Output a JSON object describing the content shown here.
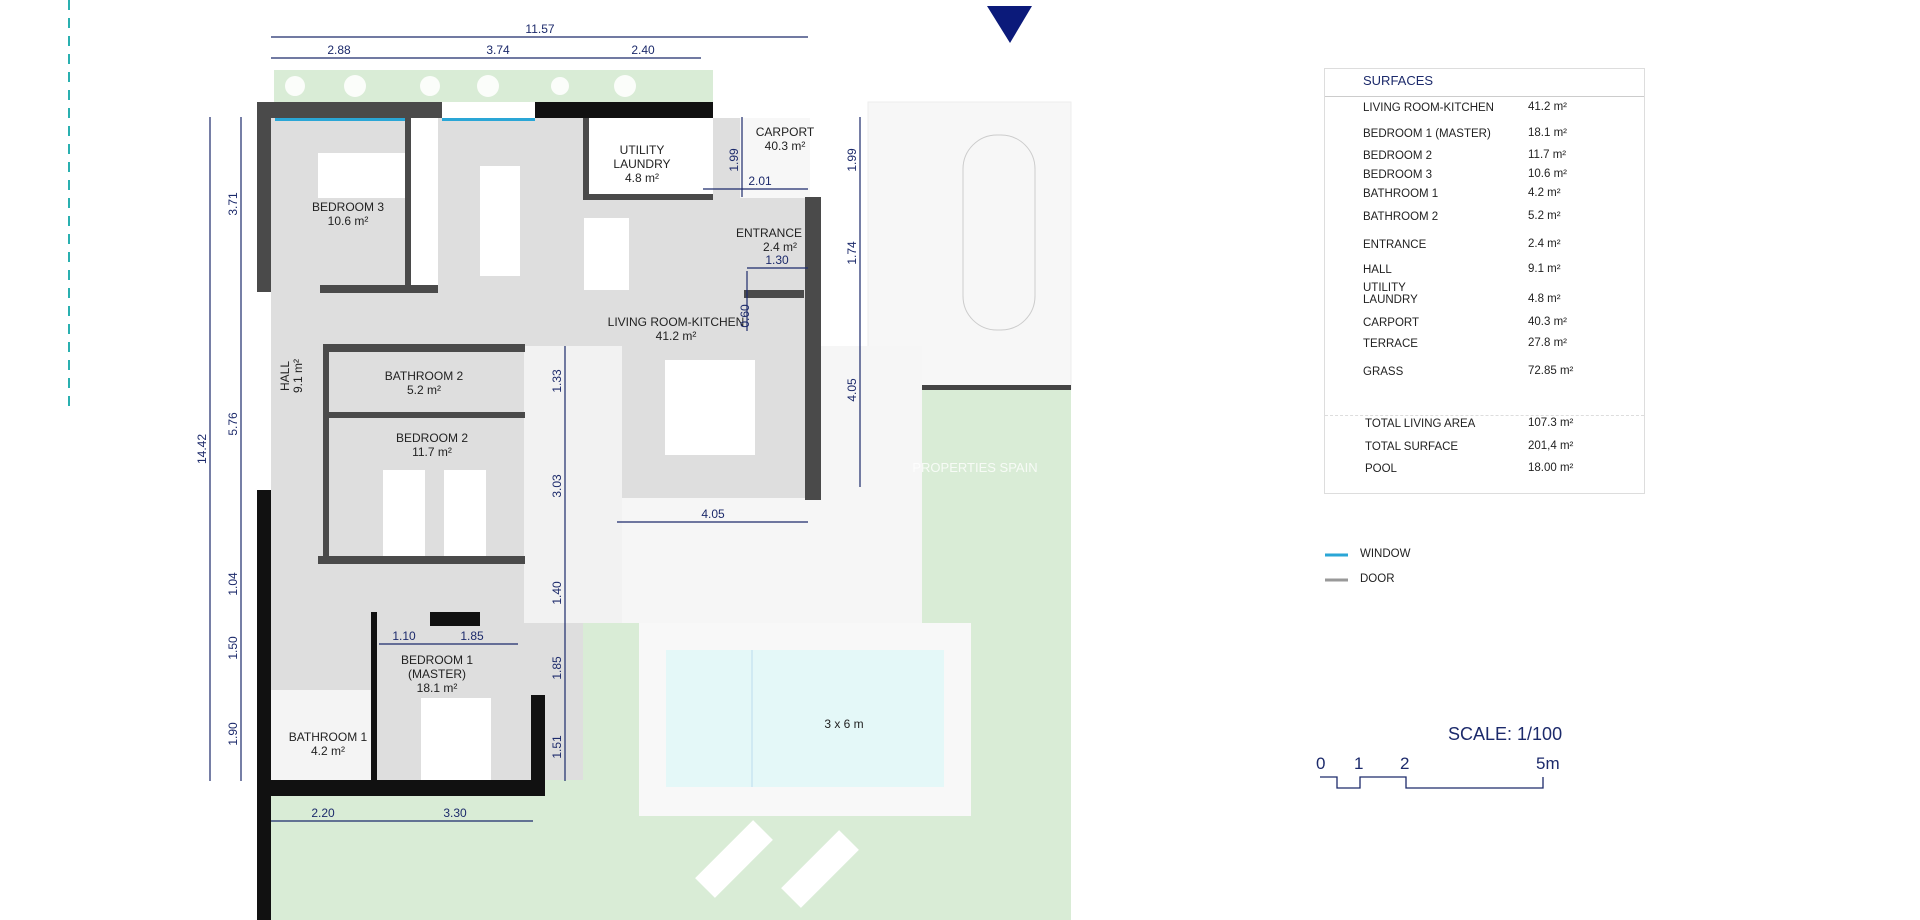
{
  "plan": {
    "rooms": {
      "bedroom3": {
        "name": "BEDROOM 3",
        "area": "10.6 m²"
      },
      "utility": {
        "name1": "UTILITY",
        "name2": "LAUNDRY",
        "area": "4.8 m²"
      },
      "carport": {
        "name": "CARPORT",
        "area": "40.3 m²"
      },
      "entrance": {
        "name": "ENTRANCE",
        "area": "2.4 m²"
      },
      "living": {
        "name": "LIVING ROOM-KITCHEN",
        "area": "41.2 m²"
      },
      "hall": {
        "name": "HALL",
        "area": "9.1 m²"
      },
      "bathroom2": {
        "name": "BATHROOM 2",
        "area": "5.2 m²"
      },
      "bedroom2": {
        "name": "BEDROOM 2",
        "area": "11.7 m²"
      },
      "bedroom1": {
        "name1": "BEDROOM 1",
        "name2": "(MASTER)",
        "area": "18.1 m²"
      },
      "bathroom1": {
        "name": "BATHROOM 1",
        "area": "4.2 m²"
      },
      "pool": {
        "name": "3 x 6 m"
      }
    },
    "dimensions": {
      "total_width": "11.57",
      "top_a": "2.88",
      "top_b": "3.74",
      "top_c": "2.40",
      "total_depth": "14.42",
      "left_a": "3.71",
      "left_b": "5.76",
      "left_c": "1.04",
      "left_d": "1.50",
      "left_e": "1.90",
      "carport_a": "1.99",
      "carport_b": "1.99",
      "carport_c": "1.74",
      "carport_d": "4.05",
      "entrance_w": "2.01",
      "entrance_b": "1.30",
      "entrance_h": "0.60",
      "terrace_a": "1.33",
      "terrace_b": "3.03",
      "terrace_c": "1.40",
      "terrace_d": "1.85",
      "terrace_e": "1.51",
      "living_w": "4.05",
      "master_a": "1.10",
      "master_b": "1.85",
      "bottom_a": "2.20",
      "bottom_b": "3.30"
    },
    "watermark": "PROPERTIES SPAIN"
  },
  "surfaces": {
    "title": "SURFACES",
    "rows": [
      {
        "label": "LIVING ROOM-KITCHEN",
        "value": "41.2 m²"
      },
      {
        "label": "BEDROOM 1 (MASTER)",
        "value": "18.1 m²"
      },
      {
        "label": "BEDROOM 2",
        "value": "11.7 m²"
      },
      {
        "label": "BEDROOM 3",
        "value": "10.6 m²"
      },
      {
        "label": "BATHROOM 1",
        "value": "4.2 m²"
      },
      {
        "label": "BATHROOM 2",
        "value": "5.2 m²"
      },
      {
        "label": "ENTRANCE",
        "value": "2.4 m²"
      },
      {
        "label": "HALL",
        "value": "9.1 m²"
      },
      {
        "label": "UTILITY\nLAUNDRY",
        "value": "4.8 m²"
      },
      {
        "label": "CARPORT",
        "value": "40.3 m²"
      },
      {
        "label": "TERRACE",
        "value": "27.8 m²"
      },
      {
        "label": "GRASS",
        "value": "72.85 m²"
      }
    ],
    "totals": [
      {
        "label": "TOTAL LIVING AREA",
        "value": "107.3 m²"
      },
      {
        "label": "TOTAL SURFACE",
        "value": "201,4 m²"
      },
      {
        "label": "POOL",
        "value": "18.00 m²"
      }
    ]
  },
  "legend": [
    {
      "label": "WINDOW",
      "color": "#2aa6d6"
    },
    {
      "label": "DOOR",
      "color": "#999999"
    }
  ],
  "scale": {
    "title": "SCALE: 1/100",
    "ticks": [
      "0",
      "1",
      "2",
      "5m"
    ]
  },
  "colors": {
    "north_arrow": "#0b1a7a",
    "grass": "#d9ecd6",
    "pool": "#e4f8f8",
    "interior": "#dedede",
    "dimension": "#1c2a6b"
  }
}
